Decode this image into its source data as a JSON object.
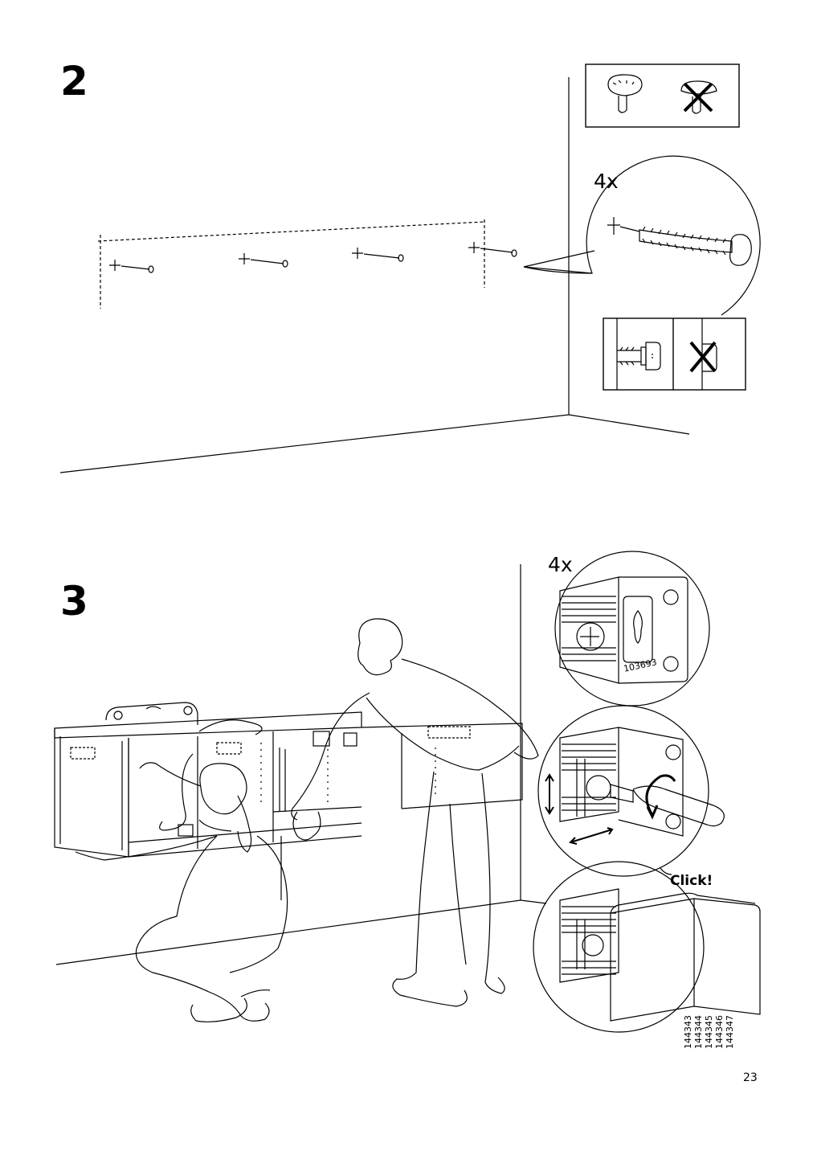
{
  "steps": [
    {
      "number": "2",
      "quantity": "4x"
    },
    {
      "number": "3",
      "quantity": "4x",
      "part_code": "103693",
      "click_label": "Click!"
    }
  ],
  "article_numbers": [
    "144343",
    "144344",
    "144345",
    "144346",
    "144347"
  ],
  "page_number": "23",
  "icons": [
    "screw-head-ok-icon",
    "screw-head-wrong-icon",
    "cross-mark-icon",
    "wall-screw-icon",
    "suspension-rail-icon",
    "screwdriver-icon",
    "rotate-arrow-icon",
    "double-arrow-icon"
  ]
}
